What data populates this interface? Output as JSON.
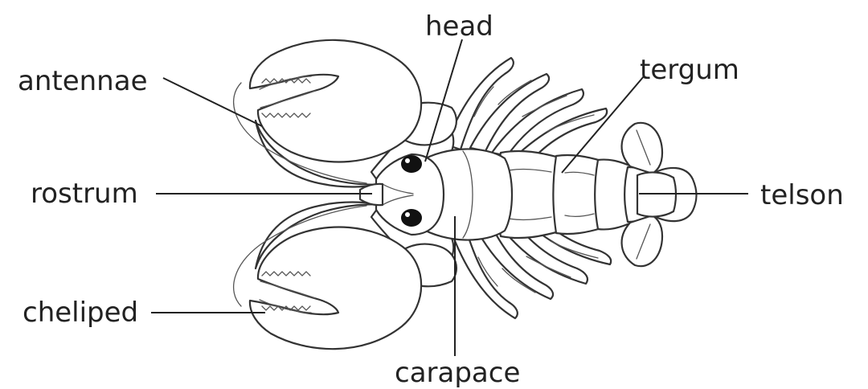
{
  "title_fragment": "",
  "labels": {
    "head": "head",
    "tergum": "tergum",
    "antennae": "antennae",
    "rostrum": "rostrum",
    "telson": "telson",
    "cheliped": "cheliped",
    "carapace": "carapace"
  }
}
